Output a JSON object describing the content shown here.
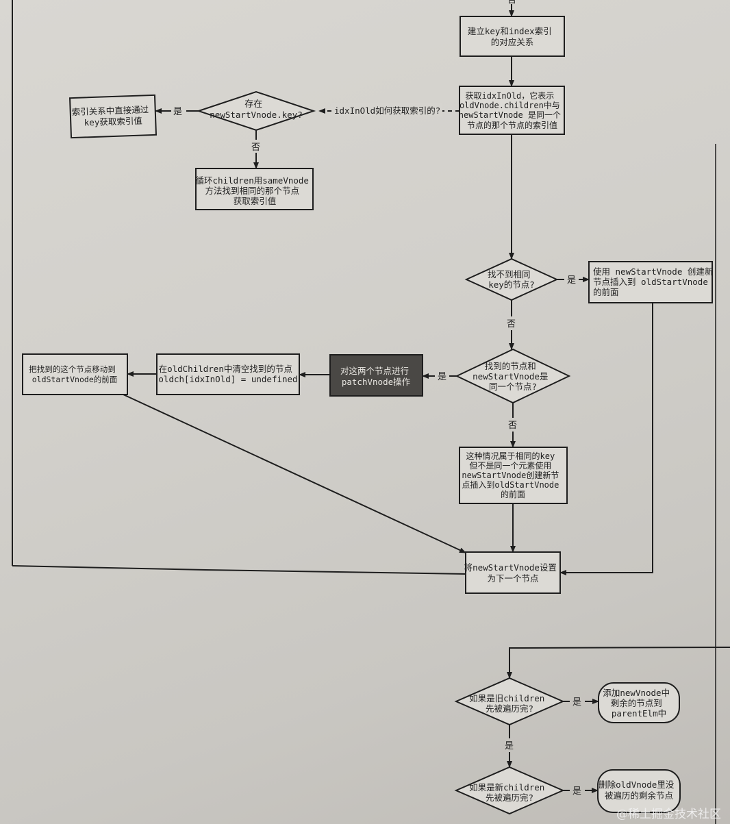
{
  "diagram": {
    "type": "flowchart",
    "top_label": "否",
    "nodes": {
      "build_index": {
        "shape": "rect",
        "lines": [
          "建立key和index索引",
          "的对应关系"
        ]
      },
      "get_idx": {
        "shape": "rect",
        "lines": [
          "获取idxInOld，它表示",
          "oldVnode.children中与",
          "newStartVnode 是同一个",
          "节点的那个节点的索引值"
        ]
      },
      "has_key": {
        "shape": "diamond",
        "lines": [
          "存在",
          "newStartVnode.key?"
        ]
      },
      "key_lookup": {
        "shape": "rect",
        "lines": [
          "索引关系中直接通过",
          "key获取索引值"
        ]
      },
      "loop_same": {
        "shape": "rect",
        "lines": [
          "循环children用sameVnode",
          "方法找到相同的那个节点",
          "获取索引值"
        ]
      },
      "not_found": {
        "shape": "diamond",
        "lines": [
          "找不到相同",
          "key的节点?"
        ]
      },
      "create_insert": {
        "shape": "rect",
        "lines": [
          "使用 newStartVnode 创建新",
          "节点插入到 oldStartVnode",
          "的前面"
        ]
      },
      "same_node": {
        "shape": "diamond",
        "lines": [
          "找到的节点和",
          "newStartVnode是",
          "同一个节点?"
        ]
      },
      "patch": {
        "shape": "rect-dark",
        "lines": [
          "对这两个节点进行",
          "patchVnode操作"
        ]
      },
      "clear_old": {
        "shape": "rect",
        "lines": [
          "在oldChildren中清空找到的节点",
          "oldch[idxInOld] = undefined"
        ]
      },
      "move_node": {
        "shape": "rect",
        "lines": [
          "把找到的这个节点移动到",
          "oldStartVnode的前面"
        ]
      },
      "same_key_diff": {
        "shape": "rect",
        "lines": [
          "这种情况属于相同的key",
          "但不是同一个元素使用",
          "newStartVnode创建新节",
          "点插入到oldStartVnode",
          "的前面"
        ]
      },
      "next_start": {
        "shape": "rect",
        "lines": [
          "将newStartVnode设置",
          "为下一个节点"
        ]
      },
      "old_done": {
        "shape": "diamond",
        "lines": [
          "如果是旧children",
          "先被遍历完?"
        ]
      },
      "add_new": {
        "shape": "rounded",
        "lines": [
          "添加newVnode中",
          "剩余的节点到",
          "parentElm中"
        ]
      },
      "new_done": {
        "shape": "diamond",
        "lines": [
          "如果是新children",
          "先被遍历完?"
        ]
      },
      "remove_old": {
        "shape": "rounded",
        "lines": [
          "删除oldVnode里没",
          "被遍历的剩余节点"
        ]
      }
    },
    "edges": [
      {
        "from": "top",
        "to": "build_index",
        "label": "否"
      },
      {
        "from": "build_index",
        "to": "get_idx",
        "label": ""
      },
      {
        "from": "get_idx",
        "to": "has_key",
        "label": "idxInOld如何获取索引的?",
        "style": "dashed"
      },
      {
        "from": "has_key",
        "to": "key_lookup",
        "label": "是"
      },
      {
        "from": "has_key",
        "to": "loop_same",
        "label": "否"
      },
      {
        "from": "get_idx",
        "to": "not_found",
        "label": ""
      },
      {
        "from": "not_found",
        "to": "create_insert",
        "label": "是"
      },
      {
        "from": "not_found",
        "to": "same_node",
        "label": "否"
      },
      {
        "from": "same_node",
        "to": "patch",
        "label": "是"
      },
      {
        "from": "patch",
        "to": "clear_old",
        "label": ""
      },
      {
        "from": "clear_old",
        "to": "move_node",
        "label": ""
      },
      {
        "from": "move_node",
        "to": "next_start",
        "label": ""
      },
      {
        "from": "same_node",
        "to": "same_key_diff",
        "label": "否"
      },
      {
        "from": "same_key_diff",
        "to": "next_start",
        "label": ""
      },
      {
        "from": "create_insert",
        "to": "next_start",
        "label": ""
      },
      {
        "from": "old_done",
        "to": "add_new",
        "label": "是"
      },
      {
        "from": "old_done",
        "to": "new_done",
        "label": "是"
      },
      {
        "from": "new_done",
        "to": "remove_old",
        "label": "是"
      }
    ],
    "labels": {
      "yes": "是",
      "no": "否",
      "question": "idxInOld如何获取索引的?"
    },
    "watermark": "@稀土掘金技术社区"
  }
}
